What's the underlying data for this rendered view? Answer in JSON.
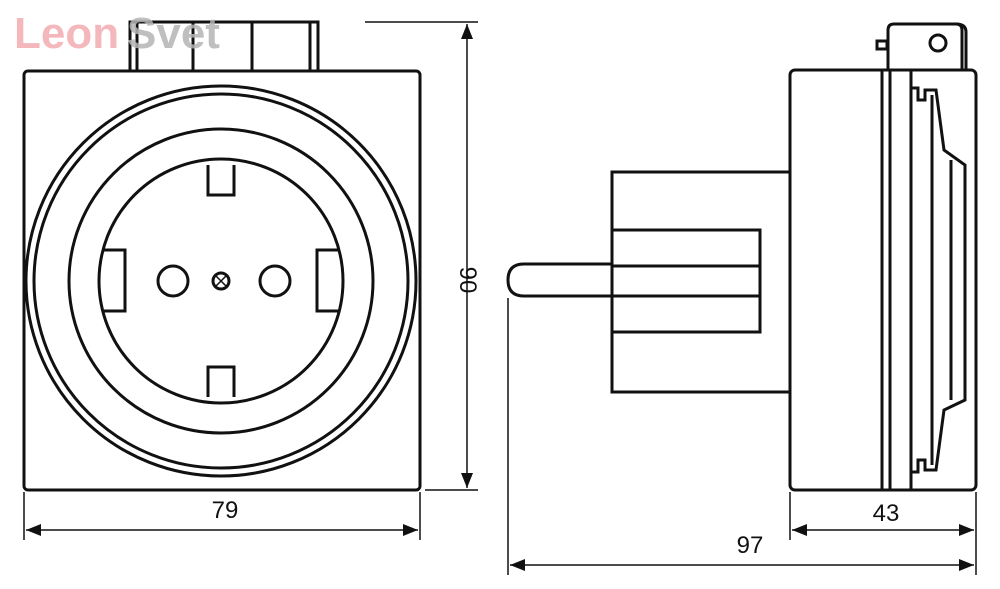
{
  "watermark": {
    "part1": "Leon",
    "part2": "Svet",
    "colors": {
      "part1": "#f4b8bc",
      "part2": "#b5b5b5"
    }
  },
  "dimensions": {
    "front_width": "79",
    "height": "90",
    "side_depth": "43",
    "total_depth": "97"
  }
}
